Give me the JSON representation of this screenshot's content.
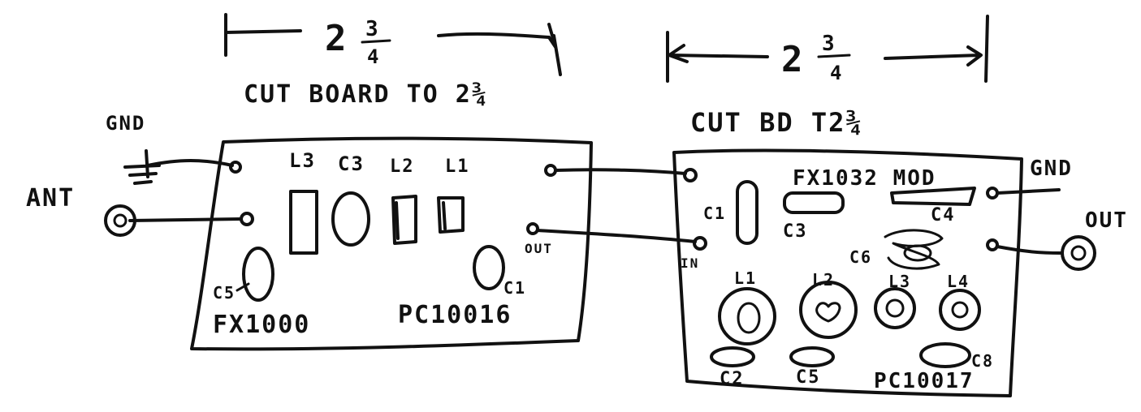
{
  "dimensions": {
    "left": {
      "whole": "2",
      "numerator": "3",
      "denominator": "4"
    },
    "right": {
      "whole": "2",
      "numerator": "3",
      "denominator": "4"
    }
  },
  "captions": {
    "left_cut": "CUT BOARD TO 2¾",
    "right_cut": "CUT BD T2¾"
  },
  "left_board": {
    "gnd": "GND",
    "ant": "ANT",
    "components": [
      "L3",
      "C3",
      "L2",
      "L1"
    ],
    "c5": "C5",
    "c1": "C1",
    "out": "OUT",
    "part": "FX1000",
    "pc": "PC10016"
  },
  "right_board": {
    "mod": "FX1032 MOD",
    "gnd": "GND",
    "out": "OUT",
    "c1": "C1",
    "c3": "C3",
    "c4": "C4",
    "c6": "C6",
    "in": "IN",
    "coils": [
      "L1",
      "L2",
      "L3",
      "L4"
    ],
    "c2": "C2",
    "c5": "C5",
    "c8": "C8",
    "pc": "PC10017"
  }
}
